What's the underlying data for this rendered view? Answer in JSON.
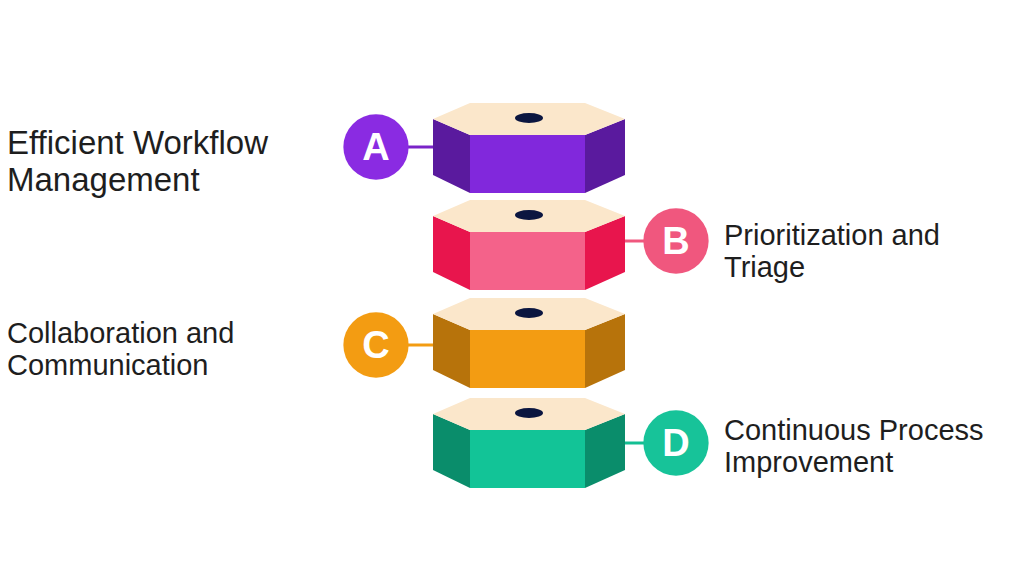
{
  "diagram": {
    "nodes": [
      {
        "text": [
          "A"
        ]
      },
      {
        "text": [
          "B"
        ]
      },
      {
        "text": [
          "C"
        ]
      },
      {
        "text": [
          "D"
        ]
      }
    ],
    "labels": [
      "Efficient Workflow Management",
      "Prioritization and Triage",
      "Collaboration and Communication",
      "Continuous Process Improvement"
    ]
  }
}
